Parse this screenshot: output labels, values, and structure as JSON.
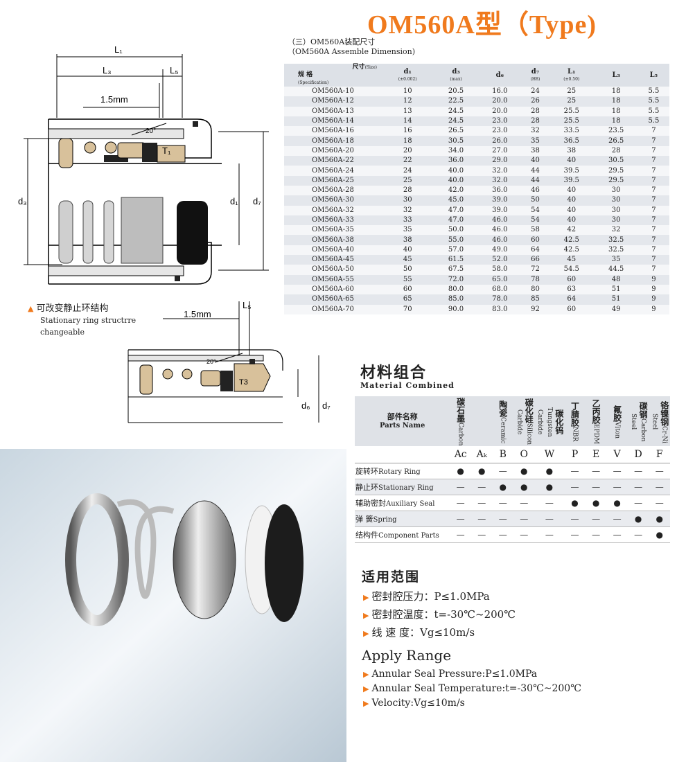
{
  "title": "OM560A型（Type)",
  "assembly": {
    "caption_cn": "（三）OM560A装配尺寸",
    "caption_en": "（OM560A Assemble Dimension)",
    "header": {
      "size_cn": "尺寸",
      "size_en": "(Size)",
      "spec_cn": "规  格",
      "spec_en": "(Specification)",
      "d1": "d₁",
      "d1_tol": "(±0.002)",
      "d3": "d₃",
      "d3_tol": "(max)",
      "d6": "d₆",
      "d7": "d₇",
      "d7_tol": "(H8)",
      "L1": "L₁",
      "L1_tol": "(±0.50)",
      "L3": "L₃",
      "L5": "L₅"
    },
    "rows": [
      [
        "OM560A-10",
        "10",
        "20.5",
        "16.0",
        "24",
        "25",
        "18",
        "5.5"
      ],
      [
        "OM560A-12",
        "12",
        "22.5",
        "20.0",
        "26",
        "25",
        "18",
        "5.5"
      ],
      [
        "OM560A-13",
        "13",
        "24.5",
        "20.0",
        "28",
        "25.5",
        "18",
        "5.5"
      ],
      [
        "OM560A-14",
        "14",
        "24.5",
        "23.0",
        "28",
        "25.5",
        "18",
        "5.5"
      ],
      [
        "OM560A-16",
        "16",
        "26.5",
        "23.0",
        "32",
        "33.5",
        "23.5",
        "7"
      ],
      [
        "OM560A-18",
        "18",
        "30.5",
        "26.0",
        "35",
        "36.5",
        "26.5",
        "7"
      ],
      [
        "OM560A-20",
        "20",
        "34.0",
        "27.0",
        "38",
        "38",
        "28",
        "7"
      ],
      [
        "OM560A-22",
        "22",
        "36.0",
        "29.0",
        "40",
        "40",
        "30.5",
        "7"
      ],
      [
        "OM560A-24",
        "24",
        "40.0",
        "32.0",
        "44",
        "39.5",
        "29.5",
        "7"
      ],
      [
        "OM560A-25",
        "25",
        "40.0",
        "32.0",
        "44",
        "39.5",
        "29.5",
        "7"
      ],
      [
        "OM560A-28",
        "28",
        "42.0",
        "36.0",
        "46",
        "40",
        "30",
        "7"
      ],
      [
        "OM560A-30",
        "30",
        "45.0",
        "39.0",
        "50",
        "40",
        "30",
        "7"
      ],
      [
        "OM560A-32",
        "32",
        "47.0",
        "39.0",
        "54",
        "40",
        "30",
        "7"
      ],
      [
        "OM560A-33",
        "33",
        "47.0",
        "46.0",
        "54",
        "40",
        "30",
        "7"
      ],
      [
        "OM560A-35",
        "35",
        "50.0",
        "46.0",
        "58",
        "42",
        "32",
        "7"
      ],
      [
        "OM560A-38",
        "38",
        "55.0",
        "46.0",
        "60",
        "42.5",
        "32.5",
        "7"
      ],
      [
        "OM560A-40",
        "40",
        "57.0",
        "49.0",
        "64",
        "42.5",
        "32.5",
        "7"
      ],
      [
        "OM560A-45",
        "45",
        "61.5",
        "52.0",
        "66",
        "45",
        "35",
        "7"
      ],
      [
        "OM560A-50",
        "50",
        "67.5",
        "58.0",
        "72",
        "54.5",
        "44.5",
        "7"
      ],
      [
        "OM560A-55",
        "55",
        "72.0",
        "65.0",
        "78",
        "60",
        "48",
        "9"
      ],
      [
        "OM560A-60",
        "60",
        "80.0",
        "68.0",
        "80",
        "63",
        "51",
        "9"
      ],
      [
        "OM560A-65",
        "65",
        "85.0",
        "78.0",
        "85",
        "64",
        "51",
        "9"
      ],
      [
        "OM560A-70",
        "70",
        "90.0",
        "83.0",
        "92",
        "60",
        "49",
        "9"
      ]
    ]
  },
  "drawing": {
    "L1": "L₁",
    "L3": "L₃",
    "L5": "L₅",
    "gap": "1.5mm",
    "angle": "20°",
    "d1": "d₁",
    "d3": "d₃",
    "d6": "d₆",
    "d7": "d₇",
    "T1": "T₁",
    "T3": "T3",
    "note_cn": "可改变静止环结构",
    "note_en_1": "Stationary ring structrre",
    "note_en_2": "changeable"
  },
  "materials": {
    "title_cn": "材料组合",
    "title_en": "Material Combined",
    "parts_cn": "部件名称",
    "parts_en": "Parts Name",
    "columns": [
      {
        "cn": "碳石墨",
        "en": "Carbon",
        "code": "Ac"
      },
      {
        "cn": "",
        "en": "",
        "code": "Aₖ"
      },
      {
        "cn": "陶瓷",
        "en": "Ceramic",
        "code": "B"
      },
      {
        "cn": "碳化硅",
        "en": "Silicon Carbide",
        "code": "O"
      },
      {
        "cn": "碳化钨",
        "en": "Tungsten Carbide",
        "code": "W"
      },
      {
        "cn": "丁腈胶",
        "en": "NBR",
        "code": "P"
      },
      {
        "cn": "乙丙胶",
        "en": "EPDM",
        "code": "E"
      },
      {
        "cn": "氟胶",
        "en": "Viton",
        "code": "V"
      },
      {
        "cn": "碳钢",
        "en": "Carbon Steel",
        "code": "D"
      },
      {
        "cn": "铬镍钢",
        "en": "Cr-Ni Steel",
        "code": "F"
      }
    ],
    "rows": [
      {
        "cn": "旋转环",
        "en": "Rotary Ring",
        "cells": [
          "●",
          "●",
          "—",
          "●",
          "●",
          "—",
          "—",
          "—",
          "—",
          "—"
        ]
      },
      {
        "cn": "静止环",
        "en": "Stationary Ring",
        "cells": [
          "—",
          "—",
          "●",
          "●",
          "●",
          "—",
          "—",
          "—",
          "—",
          "—"
        ]
      },
      {
        "cn": "辅助密封",
        "en": "Auxiliary Seal",
        "cells": [
          "—",
          "—",
          "—",
          "—",
          "—",
          "●",
          "●",
          "●",
          "—",
          "—"
        ]
      },
      {
        "cn": "弹    簧",
        "en": "Spring",
        "cells": [
          "—",
          "—",
          "—",
          "—",
          "—",
          "—",
          "—",
          "—",
          "●",
          "●"
        ]
      },
      {
        "cn": "结构件",
        "en": "Component Parts",
        "cells": [
          "—",
          "—",
          "—",
          "—",
          "—",
          "—",
          "—",
          "—",
          "—",
          "●"
        ]
      }
    ]
  },
  "range": {
    "title_cn": "适用范围",
    "cn": [
      "密封腔压力：P≤1.0MPa",
      "密封腔温度：t=-30℃~200℃",
      "线   速   度：Vg≤10m/s"
    ],
    "title_en": "Apply Range",
    "en": [
      "Annular Seal Pressure:P≤1.0MPa",
      "Annular Seal Temperature:t=-30℃~200℃",
      "Velocity:Vg≤10m/s"
    ]
  },
  "colors": {
    "accent": "#f07a1d",
    "table_header": "#dde1e7",
    "row_alt": "#e4e7ec"
  }
}
